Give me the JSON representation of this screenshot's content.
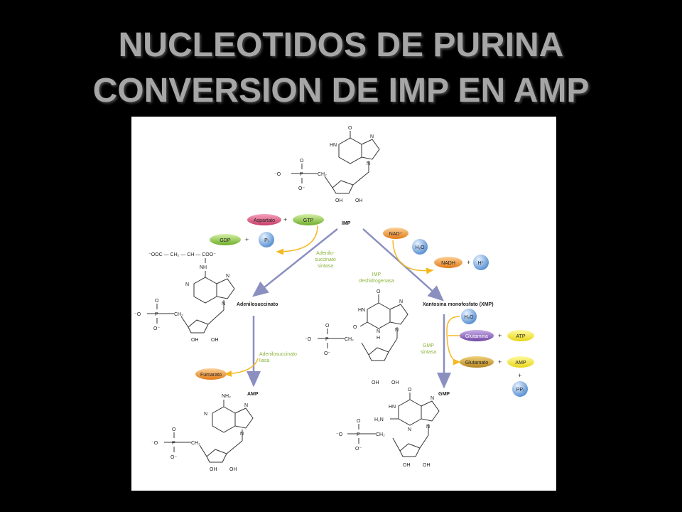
{
  "slide": {
    "title_line1": "NUCLEOTIDOS DE PURINA",
    "title_line2": "CONVERSION DE IMP EN AMP"
  },
  "diagram": {
    "compounds": {
      "imp": "IMP",
      "adenilosuccinato": "Adenilosuccinato",
      "xmp": "Xantosina monofosfato (XMP)",
      "amp": "AMP",
      "gmp": "GMP"
    },
    "enzymes": {
      "adenilosuccinato_sintasa": [
        "Adenilo-",
        "succinato",
        "sintasa"
      ],
      "imp_deshidrogenasa": [
        "IMP",
        "deshidrogenasa"
      ],
      "adenilosuccinato_liasa": [
        "Adenilosuccinato",
        "liasa"
      ],
      "gmp_sintasa": [
        "GMP",
        "sintasa"
      ]
    },
    "cofactors": {
      "aspartato": "Aspartato",
      "gtp": "GTP",
      "gdp": "GDP",
      "pi": "Pᵢ",
      "nad": "NAD⁺",
      "h2o_1": "H₂O",
      "nadh": "NADH",
      "h_plus": "H⁺",
      "fumarato": "Fumarato",
      "h2o_2": "H₂O",
      "glutamina": "Glutamina",
      "atp": "ATP",
      "glutamato": "Glutamato",
      "amp": "AMP",
      "ppi": "PPᵢ",
      "plus": "+"
    },
    "structure_labels": {
      "o": "O",
      "hn": "HN",
      "n": "N",
      "nh": "NH",
      "nh2": "NH₂",
      "h2n": "H₂N",
      "h": "H",
      "oh": "OH",
      "ch2": "CH₂",
      "p": "P",
      "o_minus": "O⁻",
      "minus_o": "⁻O",
      "succinyl": "⁻OOC — CH₂ — CH — COO⁻"
    },
    "colors": {
      "arrow": "#8b8fc0",
      "enzyme_text": "#8bb33a",
      "side_arrow": "#f5b820",
      "pink": "#d9577f",
      "green": "#8cc63f",
      "orange": "#f0932b",
      "blue": "#6aa3dc",
      "purple": "#8a62b5",
      "yellow": "#f2e230",
      "gold": "#c99a2a"
    }
  }
}
